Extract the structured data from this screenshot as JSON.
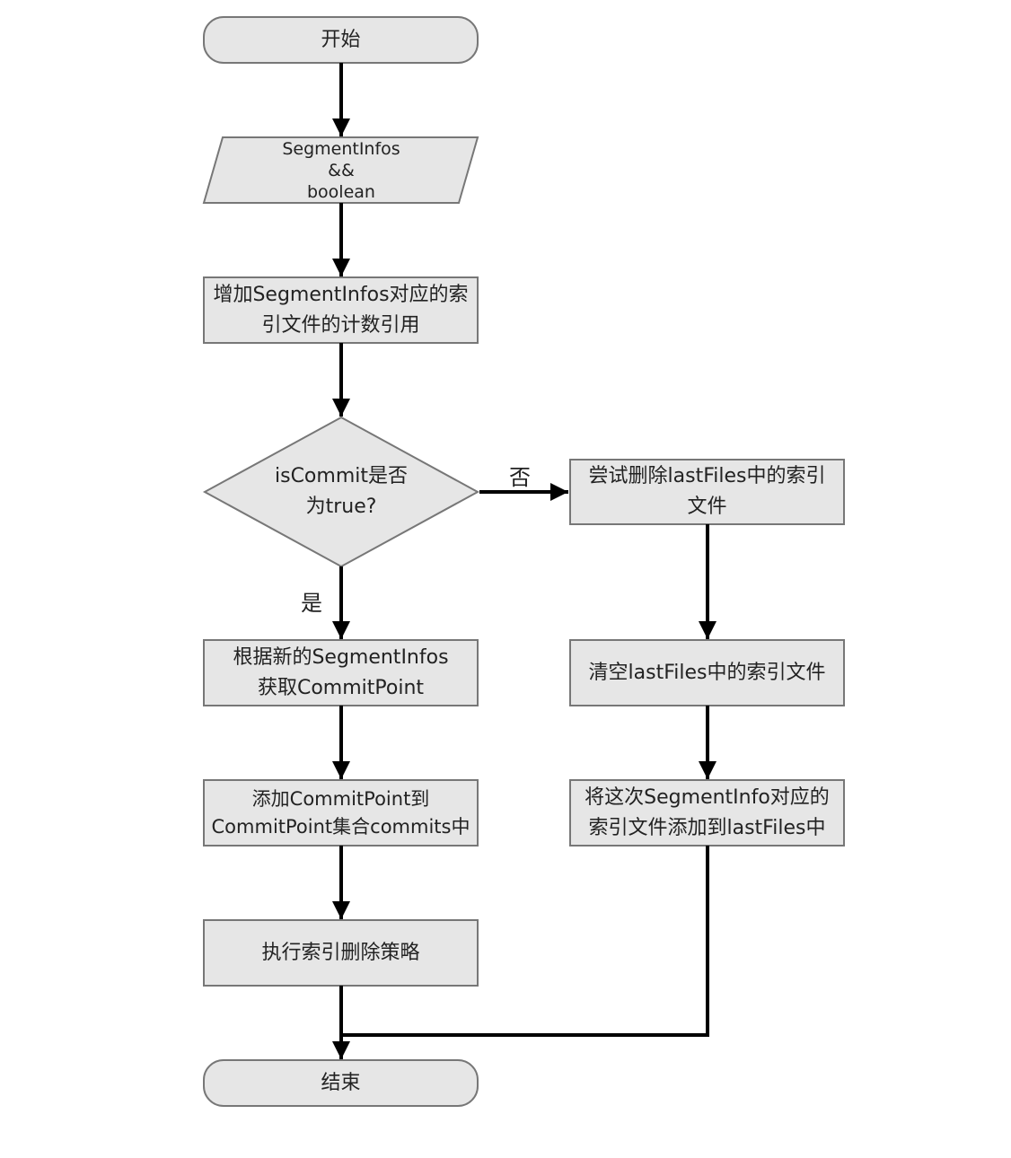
{
  "nodes": {
    "start": "开始",
    "input": "SegmentInfos\n&&\nboolean",
    "incref": "增加SegmentInfos对应的索\n引文件的计数引用",
    "decision": "isCommit是否\n为true?",
    "try_delete": "尝试删除lastFiles中的索引\n文件",
    "get_commit": "根据新的SegmentInfos\n获取CommitPoint",
    "clear_last": "清空lastFiles中的索引文件",
    "add_commit": "添加CommitPoint到\nCommitPoint集合commits中",
    "add_last": "将这次SegmentInfo对应的\n索引文件添加到lastFiles中",
    "policy": "执行索引删除策略",
    "end": "结束"
  },
  "edges": {
    "yes_label": "是",
    "no_label": "否"
  },
  "colors": {
    "node_fill": "#e6e6e6",
    "node_stroke": "#777777",
    "edge": "#000000"
  }
}
